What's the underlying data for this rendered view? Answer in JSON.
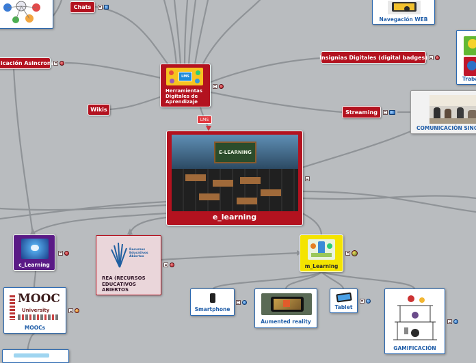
{
  "map": {
    "central": {
      "label": "e_learning"
    },
    "lms_tag": "LMS",
    "nodes": {
      "chats": "Chats",
      "asincrona": "icación Asincrona",
      "herramientas": "Herramientas Digitales de Aprendizaje",
      "wikis": "Wikis",
      "insignias": "Insignias Digitales (digital badges)",
      "streaming": "Streaming",
      "navegacion": "Navegación WEB",
      "comunicacion_sinc": "COMUNICACIÓN SINC",
      "trabajo": "Traba",
      "c_learning": "c_Learning",
      "rea": "REA (RECURSOS EDUCATIVOS ABIERTOS",
      "m_learning": "m_Learning",
      "moocs": "MOOCs",
      "smartphone": "Smartphone",
      "aumented": "Aumented reality",
      "tablet": "Tablet",
      "gamificacion": "GAMIFICACIÓN"
    },
    "image_text": {
      "lms_logo": "LMS",
      "chalkboard": "E-LEARNING",
      "rea_logo": "Recursos Educativos Abiertos",
      "mooc_word": "MOOC",
      "mooc_sub": "University"
    }
  },
  "colors": {
    "background": "#b9bcbf",
    "red_node": "#b3121f",
    "purple_node": "#5a1a86",
    "yellow_node": "#f4e400",
    "link_gray": "#8f9397",
    "white_card_text": "#1f5da8"
  },
  "icons": [
    "note-icon",
    "globe-icon",
    "link-icon"
  ]
}
